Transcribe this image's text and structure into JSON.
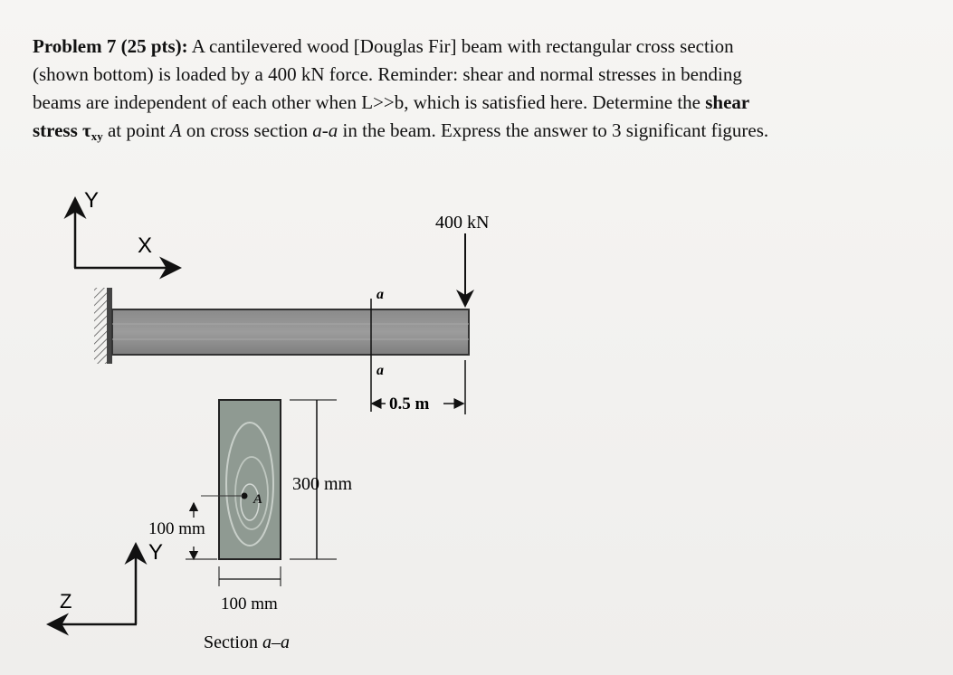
{
  "problem": {
    "label": "Problem 7 (25 pts):",
    "line1_text": " A cantilevered wood [Douglas Fir] beam with rectangular cross section",
    "line2": "(shown bottom) is loaded by a 400 kN force. Reminder: shear and normal stresses in bending",
    "line3a": "beams are independent of each other when L>>b, which is satisfied here. Determine the ",
    "line3b": "shear",
    "line4a": "stress ",
    "tau": "τ",
    "tau_sub": "xy",
    "line4b": " at point ",
    "point": "A",
    "line4c": " on cross section ",
    "section": "a-a",
    "line4d": " in the beam. Express the answer to 3 significant figures."
  },
  "beam_figure": {
    "axis_y": "Y",
    "axis_x": "X",
    "force_label": "400 kN",
    "section_mark_top": "a",
    "section_mark_bottom": "a",
    "distance_label": "0.5 m"
  },
  "section_figure": {
    "height_label": "300 mm",
    "offset_label": "100 mm",
    "point_label": "A",
    "width_label": "100 mm",
    "axis_y": "Y",
    "axis_z": "Z",
    "caption_text": "Section ",
    "caption_italic": "a–a"
  }
}
